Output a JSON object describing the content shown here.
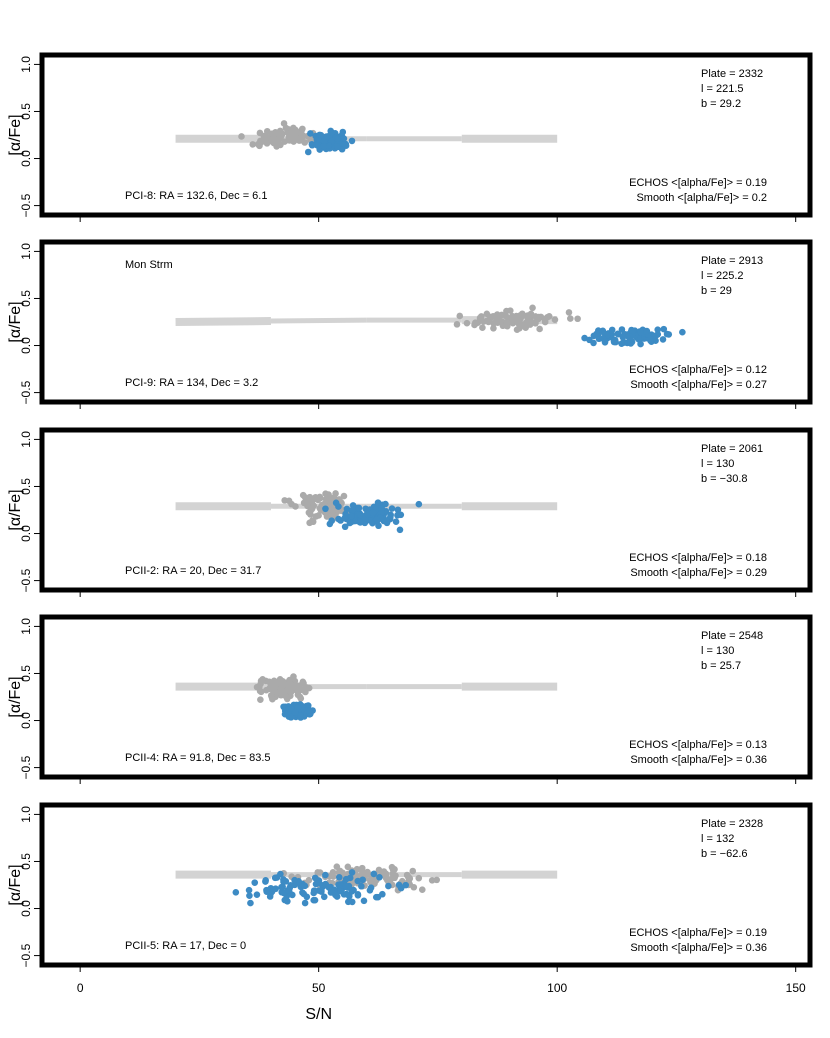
{
  "chart_data": {
    "type": "scatter",
    "shared_x": {
      "label": "S/N",
      "xlim": [
        -8,
        153
      ],
      "ticks": [
        0,
        50,
        100,
        150
      ],
      "tick_labels": [
        "0",
        "50",
        "100",
        "150"
      ]
    },
    "ylabel": "[α/Fe]",
    "ylim": [
      -0.6,
      1.1
    ],
    "yticks": [
      -0.5,
      0.0,
      0.5,
      1.0
    ],
    "ytick_labels": [
      "−0.5",
      "0.0",
      "0.5",
      "1.0"
    ],
    "colors": {
      "gray_points": "#aaaaaa",
      "blue_points": "#3d8bc4",
      "smooth_line": "#d3d3d3",
      "frame": "#000000"
    },
    "panels": [
      {
        "plate": "Plate = 2332",
        "l": "l = 221.5",
        "b": "b = 29.2",
        "field": "PCI-8: RA = 132.6, Dec = 6.1",
        "label": "",
        "echos": "ECHOS <[alpha/Fe]> =  0.19",
        "smooth": "Smooth <[alpha/Fe]> =  0.2",
        "smooth_line": [
          [
            20,
            0.21
          ],
          [
            40,
            0.21
          ],
          [
            60,
            0.21
          ],
          [
            80,
            0.21
          ],
          [
            100,
            0.21
          ]
        ],
        "gray": {
          "xr": [
            33,
            52
          ],
          "yr": [
            0.07,
            0.38
          ],
          "n": 90,
          "seed": 11
        },
        "blue": {
          "xr": [
            46,
            58
          ],
          "yr": [
            0.05,
            0.33
          ],
          "n": 85,
          "seed": 12
        }
      },
      {
        "plate": "Plate = 2913",
        "l": "l = 225.2",
        "b": "b = 29",
        "field": "PCI-9: RA = 134, Dec = 3.2",
        "label": "Mon Strm",
        "echos": "ECHOS <[alpha/Fe]> =  0.12",
        "smooth": "Smooth <[alpha/Fe]> =  0.27",
        "smooth_line": [
          [
            20,
            0.25
          ],
          [
            40,
            0.26
          ],
          [
            60,
            0.27
          ],
          [
            80,
            0.27
          ],
          [
            100,
            0.27
          ]
        ],
        "gray": {
          "xr": [
            77,
            105
          ],
          "yr": [
            0.12,
            0.44
          ],
          "n": 95,
          "seed": 21
        },
        "blue": {
          "xr": [
            103,
            128
          ],
          "yr": [
            -0.02,
            0.22
          ],
          "n": 85,
          "seed": 22
        }
      },
      {
        "plate": "Plate = 2061",
        "l": "l = 130",
        "b": "b = −30.8",
        "field": "PCII-2: RA = 20, Dec = 31.7",
        "label": "",
        "echos": "ECHOS <[alpha/Fe]> =  0.18",
        "smooth": "Smooth <[alpha/Fe]> =  0.29",
        "smooth_line": [
          [
            20,
            0.29
          ],
          [
            40,
            0.29
          ],
          [
            60,
            0.29
          ],
          [
            80,
            0.29
          ],
          [
            100,
            0.29
          ]
        ],
        "gray": {
          "xr": [
            42,
            60
          ],
          "yr": [
            0.08,
            0.5
          ],
          "n": 85,
          "seed": 31
        },
        "blue": {
          "xr": [
            48,
            72
          ],
          "yr": [
            0.02,
            0.37
          ],
          "n": 100,
          "seed": 32
        }
      },
      {
        "plate": "Plate = 2548",
        "l": "l = 130",
        "b": "b = 25.7",
        "field": "PCII-4: RA = 91.8, Dec = 83.5",
        "label": "",
        "echos": "ECHOS <[alpha/Fe]> =  0.13",
        "smooth": "Smooth <[alpha/Fe]> =  0.36",
        "smooth_line": [
          [
            20,
            0.36
          ],
          [
            40,
            0.36
          ],
          [
            60,
            0.36
          ],
          [
            80,
            0.36
          ],
          [
            100,
            0.36
          ]
        ],
        "gray": {
          "xr": [
            35,
            50
          ],
          "yr": [
            0.17,
            0.52
          ],
          "n": 95,
          "seed": 41
        },
        "blue": {
          "xr": [
            41,
            50
          ],
          "yr": [
            0.0,
            0.2
          ],
          "n": 90,
          "seed": 42
        }
      },
      {
        "plate": "Plate = 2328",
        "l": "l = 132",
        "b": "b = −62.6",
        "field": "PCII-5: RA = 17, Dec = 0",
        "label": "",
        "echos": "ECHOS <[alpha/Fe]> =  0.19",
        "smooth": "Smooth <[alpha/Fe]> =  0.36",
        "smooth_line": [
          [
            20,
            0.36
          ],
          [
            40,
            0.36
          ],
          [
            60,
            0.36
          ],
          [
            80,
            0.36
          ],
          [
            100,
            0.36
          ]
        ],
        "gray": {
          "xr": [
            40,
            78
          ],
          "yr": [
            0.16,
            0.5
          ],
          "n": 110,
          "seed": 51
        },
        "blue": {
          "xr": [
            28,
            72
          ],
          "yr": [
            0.0,
            0.45
          ],
          "n": 110,
          "seed": 52
        }
      }
    ]
  }
}
